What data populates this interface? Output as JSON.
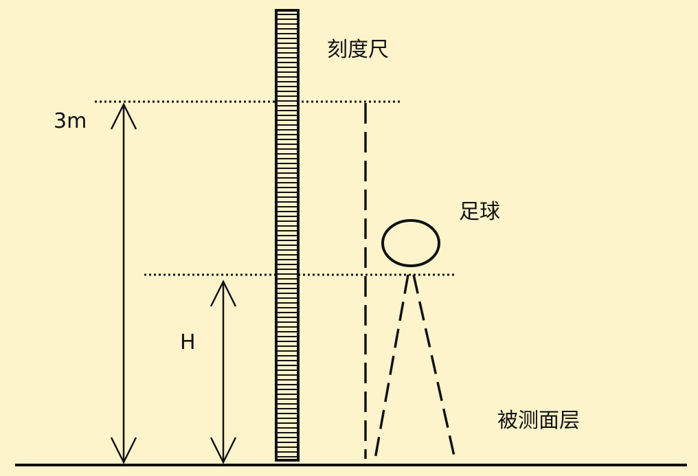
{
  "labels": {
    "ruler": "刻度尺",
    "ball": "足球",
    "surface": "被测面层",
    "height_3m": "3m",
    "height_h": "H"
  },
  "colors": {
    "background": "#fdf4cc",
    "ink": "#111111"
  }
}
